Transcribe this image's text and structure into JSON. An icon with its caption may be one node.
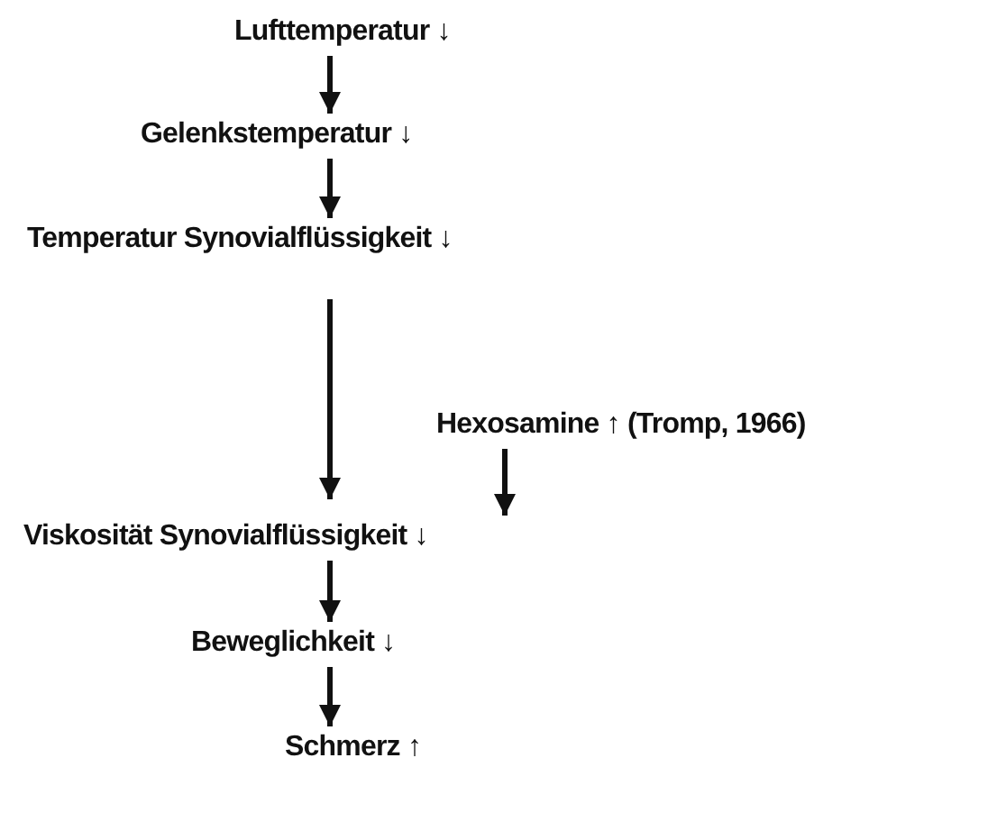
{
  "diagram": {
    "nodes": [
      {
        "text": [
          "Lufttemperatur ↓"
        ]
      },
      {
        "text": [
          "Gelenkstemperatur ↓"
        ]
      },
      {
        "text": [
          "Temperatur Synovialflüssigkeit ↓"
        ]
      },
      {
        "text": [
          "Hexosamine ↑ (Tromp, 1966)"
        ]
      },
      {
        "text": [
          "Viskosität Synovialflüssigkeit ↓"
        ]
      },
      {
        "text": [
          "Beweglichkeit ↓"
        ]
      },
      {
        "text": [
          "Schmerz ↑"
        ]
      }
    ],
    "edges": [
      {
        "from": 0,
        "to": 1,
        "arrow": "to"
      },
      {
        "from": 1,
        "to": 2,
        "arrow": "to"
      },
      {
        "from": 2,
        "to": 4,
        "arrow": "to"
      },
      {
        "from": 3,
        "to": 4,
        "arrow": "to"
      },
      {
        "from": 4,
        "to": 5,
        "arrow": "to"
      },
      {
        "from": 5,
        "to": 6,
        "arrow": "to"
      }
    ]
  }
}
